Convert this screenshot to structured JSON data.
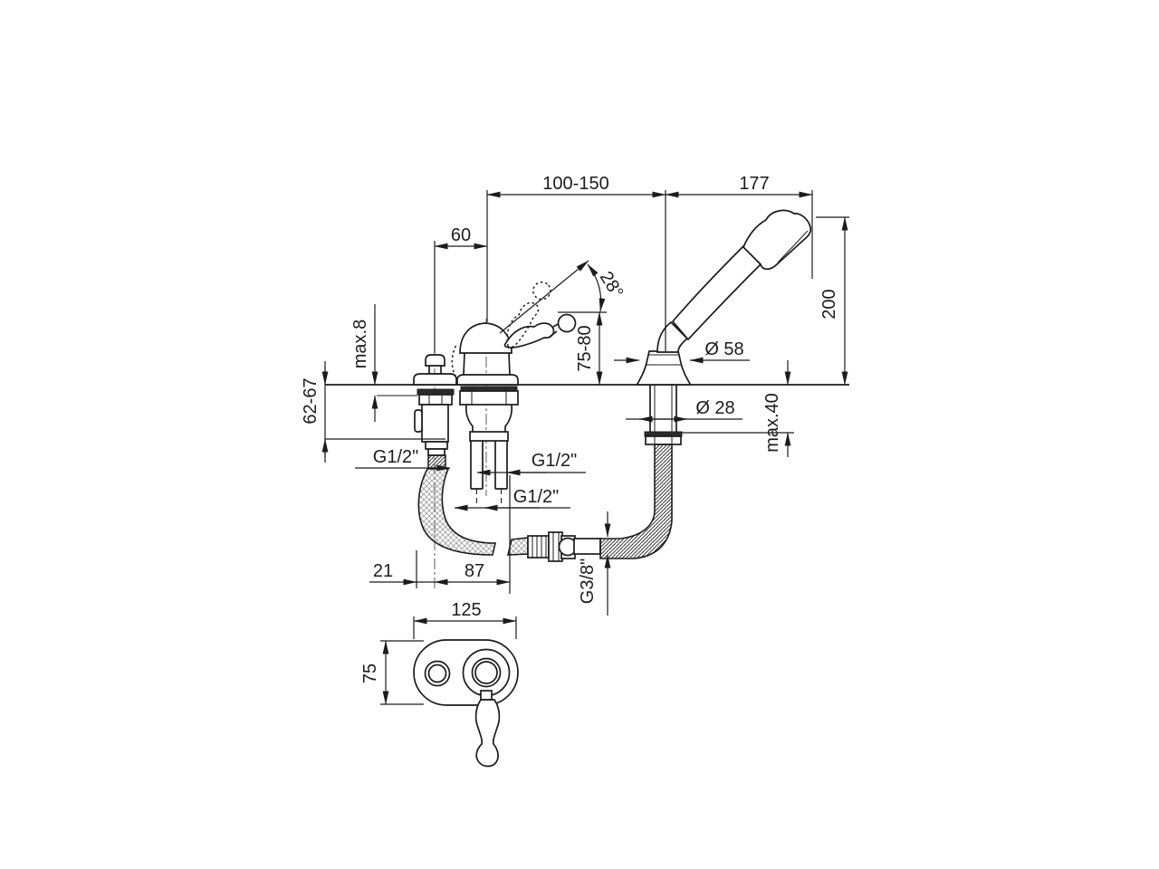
{
  "colors": {
    "background": "#ffffff",
    "line": "#1c1c1c"
  },
  "dims": {
    "span_body_to_shower": "100-150",
    "span_shower_reach": "177",
    "span_knob": "60",
    "deck_max_top": "max.8",
    "under_deck": "62-67",
    "lever_height": "75-80",
    "lever_angle": "28°",
    "shower_height": "200",
    "holder_dia": "Ø 58",
    "shank_dia": "Ø 28",
    "deck_max_bottom": "max.40",
    "thread_g12_a": "G1/2\"",
    "thread_g12_b": "G1/2\"",
    "thread_g12_c": "G1/2\"",
    "thread_g38": "G3/8\"",
    "offset_21": "21",
    "offset_87": "87",
    "plate_width": "125",
    "plate_height": "75"
  }
}
